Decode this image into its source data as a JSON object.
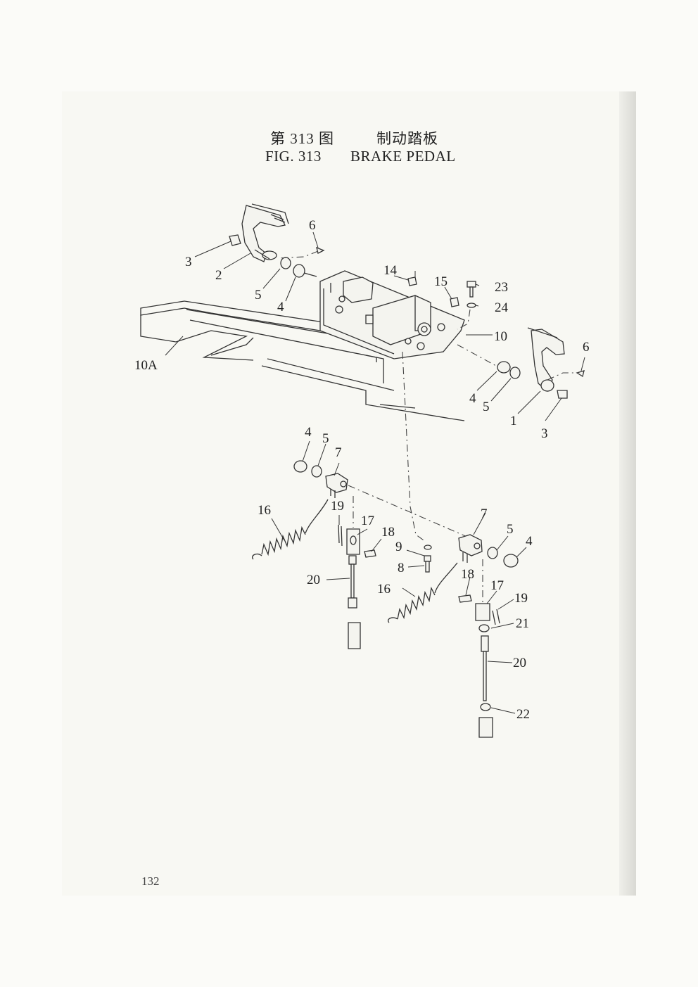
{
  "figure": {
    "title_cn_number": "第 313 图",
    "title_cn_name": "制动踏板",
    "title_en_number": "FIG. 313",
    "title_en_name": "BRAKE PEDAL"
  },
  "callouts": [
    {
      "id": "c1",
      "label": "1"
    },
    {
      "id": "c2",
      "label": "2"
    },
    {
      "id": "c3a",
      "label": "3"
    },
    {
      "id": "c3b",
      "label": "3"
    },
    {
      "id": "c4a",
      "label": "4"
    },
    {
      "id": "c4b",
      "label": "4"
    },
    {
      "id": "c4c",
      "label": "4"
    },
    {
      "id": "c4d",
      "label": "4"
    },
    {
      "id": "c5a",
      "label": "5"
    },
    {
      "id": "c5b",
      "label": "5"
    },
    {
      "id": "c5c",
      "label": "5"
    },
    {
      "id": "c5d",
      "label": "5"
    },
    {
      "id": "c6a",
      "label": "6"
    },
    {
      "id": "c6b",
      "label": "6"
    },
    {
      "id": "c7a",
      "label": "7"
    },
    {
      "id": "c7b",
      "label": "7"
    },
    {
      "id": "c8",
      "label": "8"
    },
    {
      "id": "c9",
      "label": "9"
    },
    {
      "id": "c10",
      "label": "10"
    },
    {
      "id": "c10A",
      "label": "10A"
    },
    {
      "id": "c14",
      "label": "14"
    },
    {
      "id": "c15",
      "label": "15"
    },
    {
      "id": "c16a",
      "label": "16"
    },
    {
      "id": "c16b",
      "label": "16"
    },
    {
      "id": "c17a",
      "label": "17"
    },
    {
      "id": "c17b",
      "label": "17"
    },
    {
      "id": "c18a",
      "label": "18"
    },
    {
      "id": "c18b",
      "label": "18"
    },
    {
      "id": "c19a",
      "label": "19"
    },
    {
      "id": "c19b",
      "label": "19"
    },
    {
      "id": "c20a",
      "label": "20"
    },
    {
      "id": "c20b",
      "label": "20"
    },
    {
      "id": "c21",
      "label": "21"
    },
    {
      "id": "c22",
      "label": "22"
    },
    {
      "id": "c23",
      "label": "23"
    },
    {
      "id": "c24",
      "label": "24"
    }
  ],
  "page_number": "132"
}
